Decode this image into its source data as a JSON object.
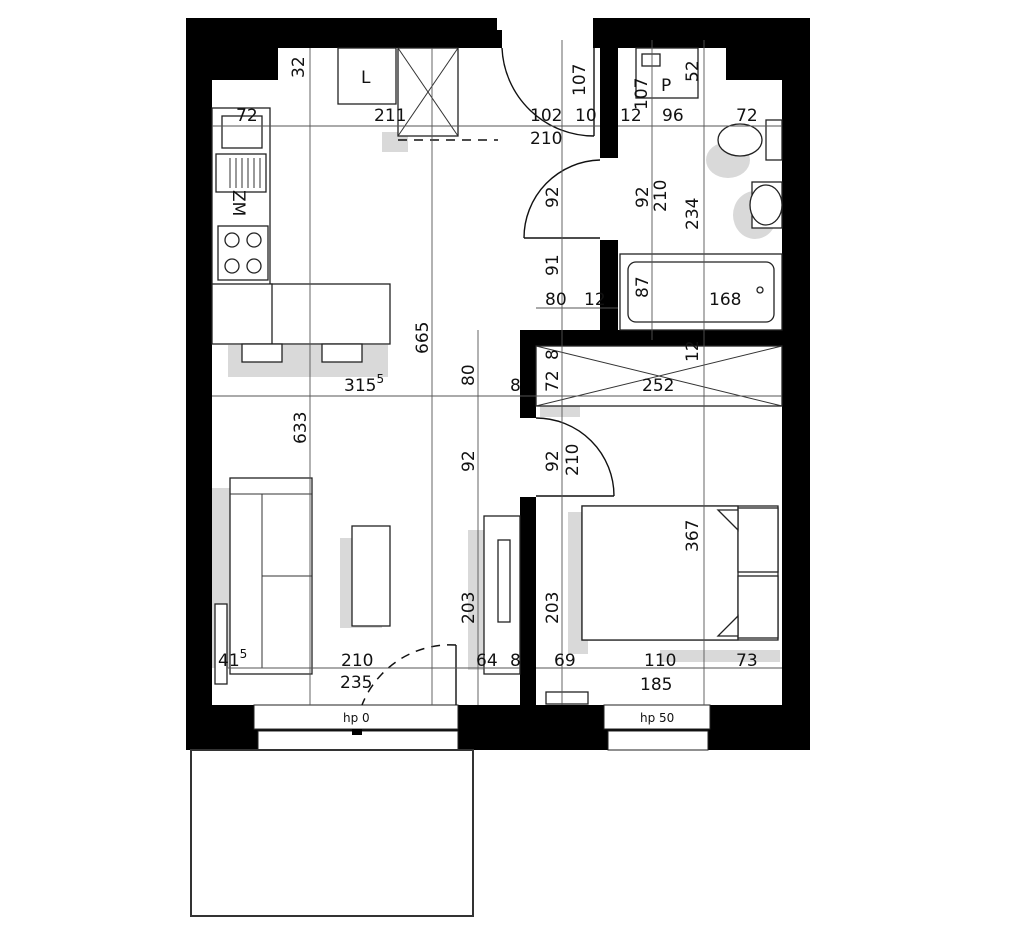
{
  "colors": {
    "wall": "#000000",
    "shadow": "#d9d9d9",
    "line": "#222222"
  },
  "labels": {
    "L": "L",
    "P": "P",
    "ZM": "ZM",
    "hp0": "hp 0",
    "hp50": "hp 50",
    "sup5": "5"
  },
  "dims": {
    "d32": "32",
    "d107a": "107",
    "d72a": "72",
    "d211": "211",
    "d102": "102",
    "d10": "10",
    "d12a": "12",
    "d107b": "107",
    "d96": "96",
    "d52": "52",
    "d72b": "72",
    "d210a": "210",
    "d92a": "92",
    "d92b": "92",
    "d210b": "210",
    "d234": "234",
    "d91": "91",
    "d87": "87",
    "d80a": "80",
    "d12b": "12",
    "d168": "168",
    "d665": "665",
    "d315": "315",
    "d80b": "80",
    "d8a": "8",
    "d72c": "72",
    "d8b": "8",
    "d252": "252",
    "d12c": "12",
    "d633": "633",
    "d92c": "92",
    "d92d": "92",
    "d210c": "210",
    "d367": "367",
    "d203a": "203",
    "d203b": "203",
    "d41": "41",
    "d210d": "210",
    "d235": "235",
    "d64": "64",
    "d8c": "8",
    "d69": "69",
    "d110": "110",
    "d73": "73",
    "d185": "185"
  }
}
